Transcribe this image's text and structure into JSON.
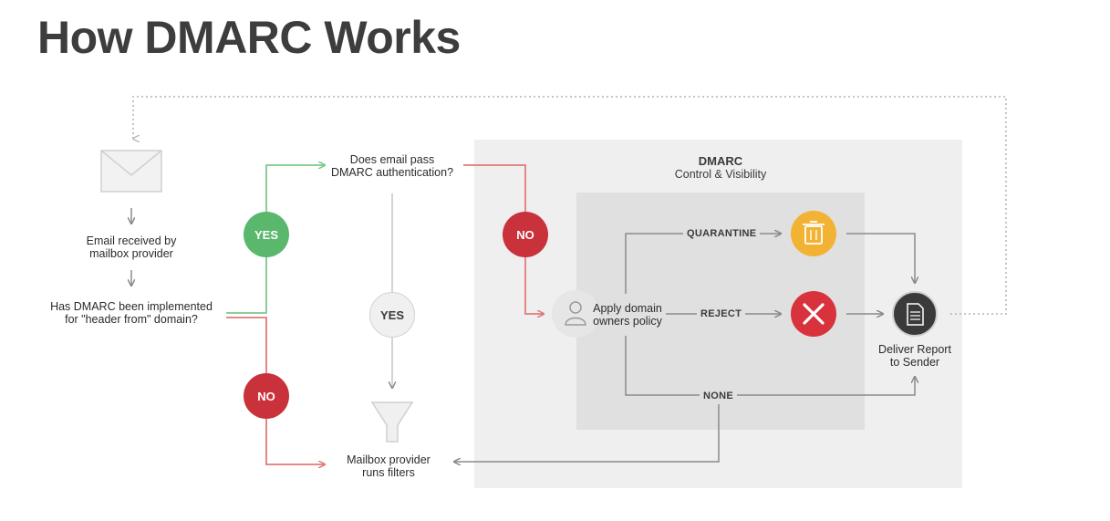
{
  "title": "How DMARC Works",
  "colors": {
    "yes": "#5ab86d",
    "no": "#c9323a",
    "quarantine": "#f2b233",
    "reject": "#d8333d",
    "report": "#3a3a3a",
    "panel": "#efefef",
    "inner_panel": "#e0e0e0",
    "line_gray": "#8a8a8a",
    "line_red": "#e07a7a",
    "line_green": "#7cc98b"
  },
  "flow": {
    "email_received": "Email received by\nmailbox provider",
    "has_dmarc": "Has DMARC been implemented\nfor \"header from\" domain?",
    "pass_question": "Does email pass\nDMARC authentication?",
    "filters": "Mailbox provider\nruns filters",
    "yes_top": "YES",
    "no_left": "NO",
    "yes_middle": "YES",
    "no_right": "NO"
  },
  "dmarc": {
    "title": "DMARC",
    "subtitle": "Control & Visibility",
    "apply_policy": "Apply domain\nowners policy",
    "quarantine": "QUARANTINE",
    "reject": "REJECT",
    "none": "NONE",
    "deliver_report": "Deliver Report\nto Sender"
  },
  "icons": {
    "envelope": "envelope-icon",
    "funnel": "funnel-icon",
    "person": "person-icon",
    "trash": "trash-icon",
    "x": "x-icon",
    "document": "document-icon"
  }
}
